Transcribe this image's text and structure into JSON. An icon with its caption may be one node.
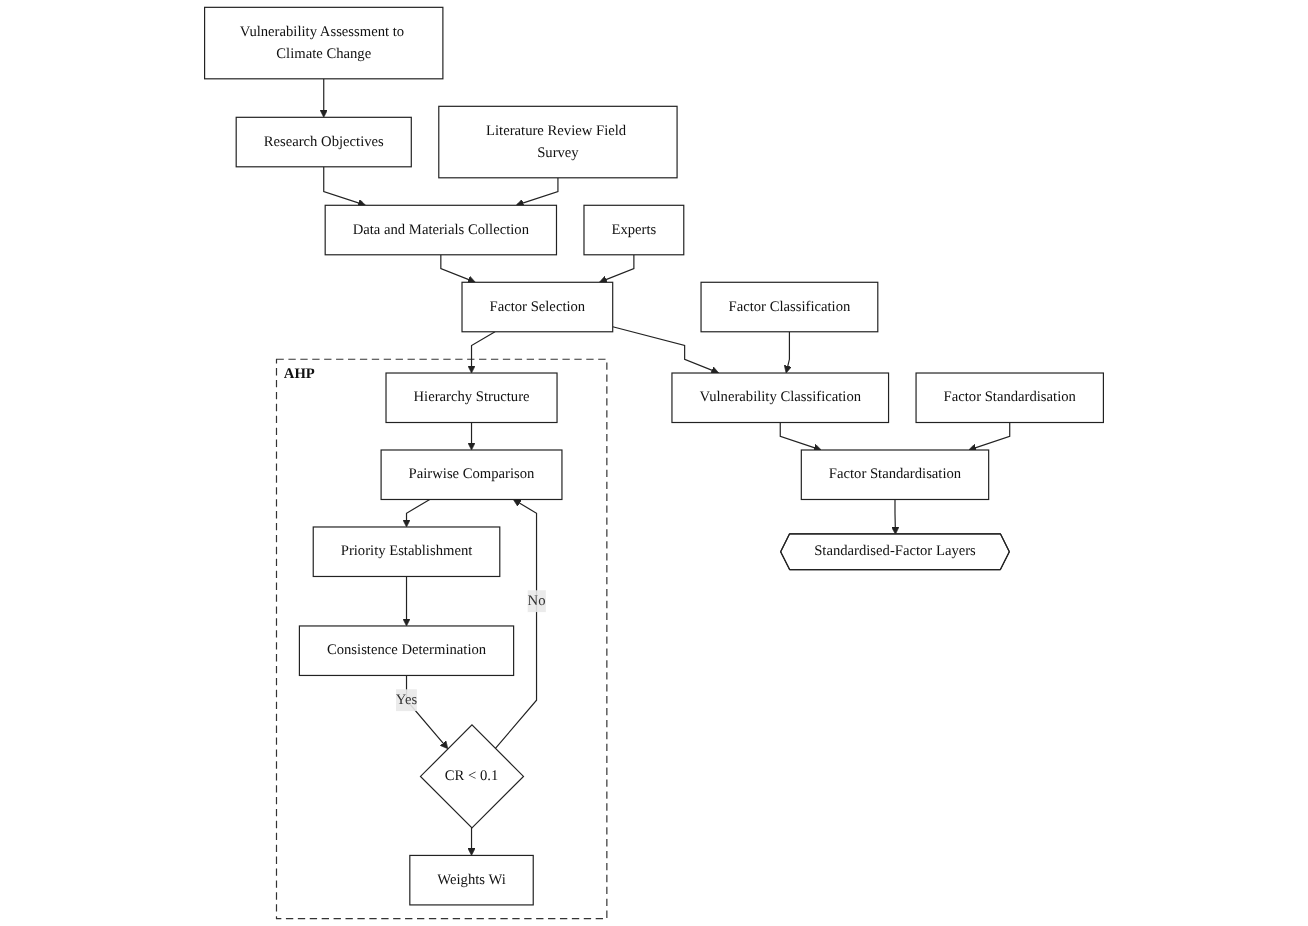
{
  "diagram": {
    "nodes": [
      {
        "text": [
          "AHP"
        ]
      },
      {
        "text": [
          "Hierarchy Structure"
        ],
        "in": 0
      },
      {
        "text": [
          "Pairwise Comparison"
        ],
        "in": 0
      },
      {
        "text": [
          "Priority Establishment"
        ],
        "in": 0
      },
      {
        "text": [
          "Consistence Determination"
        ],
        "in": 0
      },
      {
        "text": [
          "CR < 0.1"
        ],
        "in": 0
      },
      {
        "text": [
          "Weights Wi"
        ],
        "in": 0
      },
      {
        "text": [
          "Research Objectives"
        ]
      },
      {
        "text": [
          "Vulnerability Assessment to Climate Change"
        ]
      },
      {
        "text": [
          "Data and Materials Collection"
        ]
      },
      {
        "text": [
          "Literature Review Field Survey"
        ]
      },
      {
        "text": [
          "Factor Selection"
        ]
      },
      {
        "text": [
          "Experts"
        ]
      },
      {
        "text": [
          "Vulnerability Classification"
        ]
      },
      {
        "text": [
          "Factor Classification"
        ]
      },
      {
        "text": [
          "Factor Standardisation"
        ]
      },
      {
        "text": [
          "Factor Standardisation"
        ]
      },
      {
        "text": [
          "Standardised-Factor Layers"
        ]
      }
    ],
    "edges": [
      {
        "from": 1,
        "to": 2,
        "arrow": "to"
      },
      {
        "from": 2,
        "to": 3,
        "arrow": "to"
      },
      {
        "from": 3,
        "to": 4,
        "arrow": "to"
      },
      {
        "from": 4,
        "to": 5,
        "arrow": "to",
        "label": "Yes"
      },
      {
        "from": 5,
        "to": 2,
        "arrow": "to",
        "label": "No"
      },
      {
        "from": 5,
        "to": 6,
        "arrow": "to"
      },
      {
        "from": 8,
        "to": 7,
        "arrow": "to"
      },
      {
        "from": 7,
        "to": 9,
        "arrow": "to"
      },
      {
        "from": 10,
        "to": 9,
        "arrow": "to"
      },
      {
        "from": 9,
        "to": 11,
        "arrow": "to"
      },
      {
        "from": 12,
        "to": 11,
        "arrow": "to"
      },
      {
        "from": 11,
        "to": 1,
        "arrow": "to"
      },
      {
        "from": 11,
        "to": 13,
        "arrow": "to"
      },
      {
        "from": 14,
        "to": 13,
        "arrow": "to"
      },
      {
        "from": 13,
        "to": 15,
        "arrow": "to"
      },
      {
        "from": 16,
        "to": 15,
        "arrow": "to"
      },
      {
        "from": 15,
        "to": 17,
        "arrow": "to"
      }
    ]
  }
}
